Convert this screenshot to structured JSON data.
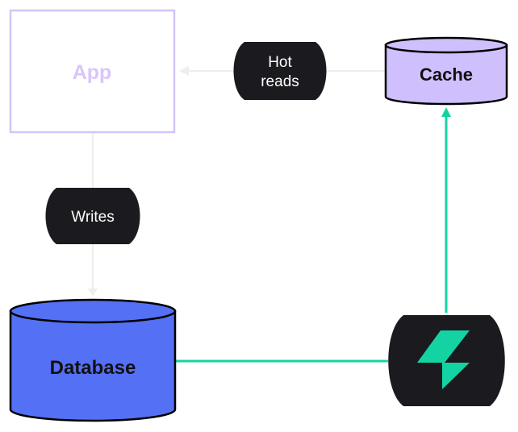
{
  "nodes": {
    "app": {
      "label": "App"
    },
    "cache": {
      "label": "Cache"
    },
    "database": {
      "label": "Database"
    },
    "sync_service": {
      "icon": "lightning-bolt-icon"
    }
  },
  "edges": {
    "hot_reads": {
      "line1": "Hot",
      "line2": "reads"
    },
    "writes": {
      "label": "Writes"
    }
  },
  "colors": {
    "app_border": "#d4c4f8",
    "app_text": "#d8c6fa",
    "cache_fill": "#d0bffd",
    "database_fill": "#5470f5",
    "pill_fill": "#1b1b1f",
    "accent_green": "#14d3a3",
    "faded_line": "#eeeeee"
  }
}
